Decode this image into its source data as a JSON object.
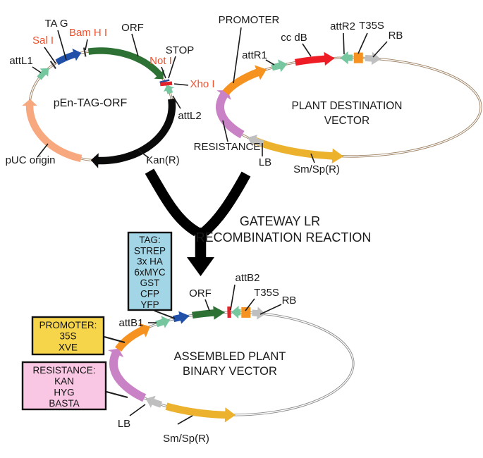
{
  "reaction": {
    "line1": "GATEWAY LR",
    "line2": "RECOMBINATION REACTION"
  },
  "colors": {
    "black_text": "#1a1a1a",
    "red_label": "#f2512e",
    "backbone_tan": "#9b7f60",
    "backbone_gray": "#8b8b8b",
    "att_site": "#76c7a0",
    "tag_blue": "#2150a8",
    "orf_green": "#2e7134",
    "stop_red": "#e4232a",
    "tick_dark": "#333333",
    "notI_blue": "#2b4ea0",
    "kan_black": "#0a0a0a",
    "puc_salmon": "#f8a87e",
    "promoter_orange": "#f69220",
    "ccdb_red": "#ee1c25",
    "t35s_orange": "#f69220",
    "rb_lb_gray": "#bfbfbf",
    "resistance_violet": "#c982c5",
    "smsp_gold": "#ecb22e",
    "merge_black": "#000000",
    "tag_box_fill": "#a2d5e6",
    "promoter_box_fill": "#f7d54b",
    "resistance_box_fill": "#f9c6e3",
    "box_border": "#111111"
  },
  "plasmids": [
    {
      "id": "p1",
      "role": "entry-vector",
      "center_label_lines": [
        "pEn-TAG-ORF"
      ],
      "segments": [
        {
          "id": "attL1",
          "feature": "attL1 recombination site",
          "color": "att_site"
        },
        {
          "id": "salI",
          "feature": "Sal I restriction site",
          "color": "tick_dark"
        },
        {
          "id": "tag",
          "feature": "TAG",
          "color": "tag_blue"
        },
        {
          "id": "bamHI",
          "feature": "Bam H I restriction site",
          "color": "tick_dark"
        },
        {
          "id": "orf",
          "feature": "ORF",
          "color": "orf_green"
        },
        {
          "id": "notI",
          "feature": "Not I restriction site",
          "color": "notI_blue"
        },
        {
          "id": "stop",
          "feature": "STOP",
          "color": "stop_red"
        },
        {
          "id": "attL2",
          "feature": "attL2 recombination site",
          "color": "att_site"
        },
        {
          "id": "kan",
          "feature": "Kan(R)",
          "color": "kan_black"
        },
        {
          "id": "puc",
          "feature": "pUC origin",
          "color": "puc_salmon"
        }
      ],
      "labels": [
        {
          "id": "attL1",
          "text": "attL1",
          "tone": "black"
        },
        {
          "id": "tag",
          "text": "TA G",
          "tone": "black"
        },
        {
          "id": "salI",
          "text": "Sal I",
          "tone": "red"
        },
        {
          "id": "bamHI",
          "text": "Bam H I",
          "tone": "red"
        },
        {
          "id": "orf",
          "text": "ORF",
          "tone": "black"
        },
        {
          "id": "stop",
          "text": "STOP",
          "tone": "black"
        },
        {
          "id": "notI",
          "text": "Not I",
          "tone": "red"
        },
        {
          "id": "xhoI",
          "text": "Xho I",
          "tone": "red"
        },
        {
          "id": "attL2",
          "text": "attL2",
          "tone": "black"
        },
        {
          "id": "kan",
          "text": "Kan(R)",
          "tone": "black"
        },
        {
          "id": "puc",
          "text": "pUC origin",
          "tone": "black"
        }
      ]
    },
    {
      "id": "p2",
      "role": "destination-vector",
      "center_label_lines": [
        "PLANT DESTINATION",
        "VECTOR"
      ],
      "segments": [
        {
          "id": "smsp",
          "feature": "Sm/Sp(R)",
          "color": "smsp_gold"
        },
        {
          "id": "violet",
          "feature": "RESISTANCE",
          "color": "resistance_violet"
        },
        {
          "id": "lb",
          "feature": "LB",
          "color": "rb_lb_gray"
        },
        {
          "id": "promoter",
          "feature": "PROMOTER",
          "color": "promoter_orange"
        },
        {
          "id": "attR1",
          "feature": "attR1 recombination site",
          "color": "att_site"
        },
        {
          "id": "ccdb",
          "feature": "ccdB",
          "color": "ccdb_red"
        },
        {
          "id": "attR2",
          "feature": "attR2 recombination site",
          "color": "att_site"
        },
        {
          "id": "t35s",
          "feature": "T35S terminator",
          "color": "t35s_orange"
        },
        {
          "id": "rb",
          "feature": "RB",
          "color": "rb_lb_gray"
        }
      ],
      "labels": [
        {
          "id": "promoter",
          "text": "PROMOTER",
          "tone": "black"
        },
        {
          "id": "attR1",
          "text": "attR1",
          "tone": "black"
        },
        {
          "id": "ccdb",
          "text": "cc dB",
          "tone": "black"
        },
        {
          "id": "attR2",
          "text": "attR2",
          "tone": "black"
        },
        {
          "id": "t35s",
          "text": "T35S",
          "tone": "black"
        },
        {
          "id": "rb",
          "text": "RB",
          "tone": "black"
        },
        {
          "id": "resistance",
          "text": "RESISTANCE",
          "tone": "black"
        },
        {
          "id": "lb",
          "text": "LB",
          "tone": "black"
        },
        {
          "id": "smsp",
          "text": "Sm/Sp(R)",
          "tone": "black"
        }
      ]
    },
    {
      "id": "p3",
      "role": "binary-vector",
      "center_label_lines": [
        "ASSEMBLED PLANT",
        "BINARY VECTOR"
      ],
      "segments": [
        {
          "id": "smsp",
          "feature": "Sm/Sp(R)",
          "color": "smsp_gold"
        },
        {
          "id": "violet",
          "feature": "RESISTANCE",
          "color": "resistance_violet"
        },
        {
          "id": "lb",
          "feature": "LB",
          "color": "rb_lb_gray"
        },
        {
          "id": "promoter",
          "feature": "PROMOTER",
          "color": "promoter_orange"
        },
        {
          "id": "attB1",
          "feature": "attB1 recombination site",
          "color": "att_site"
        },
        {
          "id": "tag",
          "feature": "TAG",
          "color": "tag_blue"
        },
        {
          "id": "orf",
          "feature": "ORF",
          "color": "orf_green"
        },
        {
          "id": "stop",
          "feature": "STOP",
          "color": "stop_red"
        },
        {
          "id": "attB2",
          "feature": "attB2 recombination site",
          "color": "att_site"
        },
        {
          "id": "t35s",
          "feature": "T35S terminator",
          "color": "t35s_orange"
        },
        {
          "id": "rb",
          "feature": "RB",
          "color": "rb_lb_gray"
        }
      ],
      "labels": [
        {
          "id": "orf",
          "text": "ORF",
          "tone": "black"
        },
        {
          "id": "attB2",
          "text": "attB2",
          "tone": "black"
        },
        {
          "id": "t35s",
          "text": "T35S",
          "tone": "black"
        },
        {
          "id": "rb",
          "text": "RB",
          "tone": "black"
        },
        {
          "id": "attB1",
          "text": "attB1",
          "tone": "black"
        },
        {
          "id": "lb",
          "text": "LB",
          "tone": "black"
        },
        {
          "id": "smsp",
          "text": "Sm/Sp(R)",
          "tone": "black"
        }
      ]
    }
  ],
  "boxes": [
    {
      "id": "tag_box",
      "fill": "tag_box_fill",
      "lines": [
        "TAG:",
        "STREP",
        "3x HA",
        "6xMYC",
        "GST",
        "CFP",
        "YFP"
      ]
    },
    {
      "id": "promoter_box",
      "fill": "promoter_box_fill",
      "lines": [
        "PROMOTER:",
        "35S",
        "XVE"
      ]
    },
    {
      "id": "resistance_box",
      "fill": "resistance_box_fill",
      "lines": [
        "RESISTANCE:",
        "KAN",
        "HYG",
        "BASTA"
      ]
    }
  ]
}
